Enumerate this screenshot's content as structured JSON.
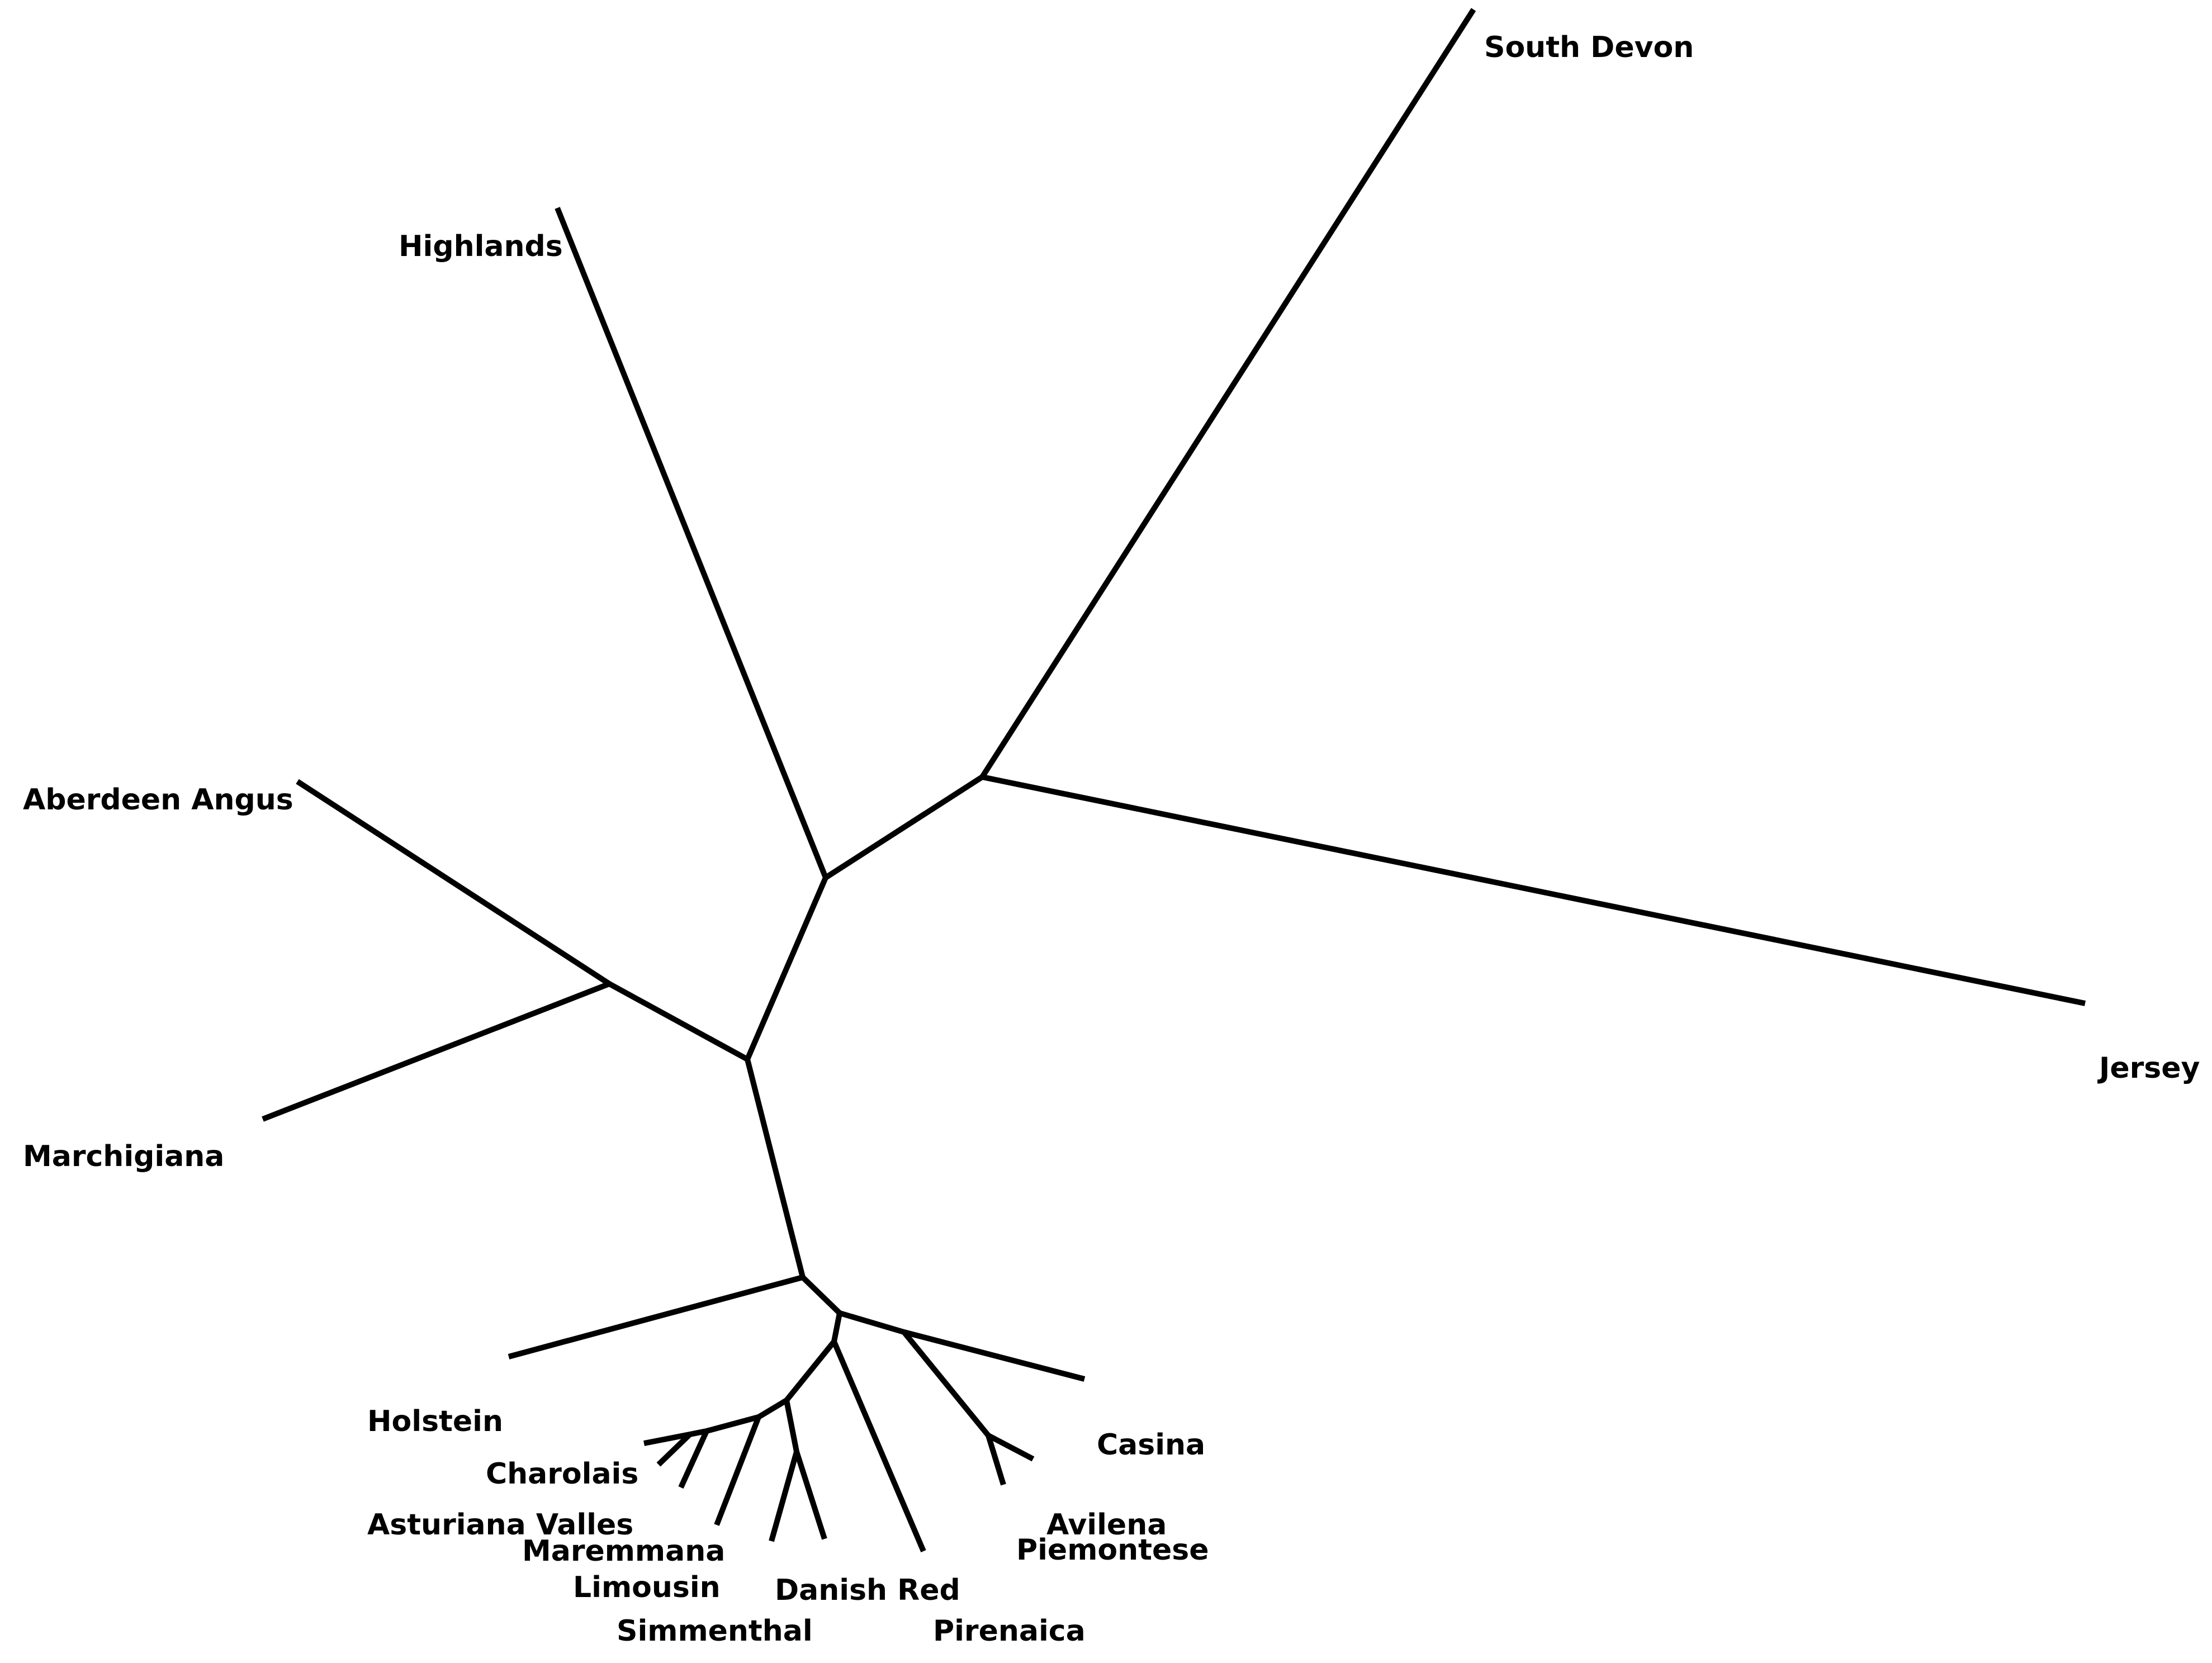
{
  "diagram": {
    "type": "unrooted-phylogenetic-tree",
    "line_color": "#000000",
    "background": "#ffffff",
    "taxa": [
      "South Devon",
      "Highlands",
      "Aberdeen Angus",
      "Jersey",
      "Marchigiana",
      "Holstein",
      "Casina",
      "Charolais",
      "Asturiana Valles",
      "Avilena",
      "Maremmana",
      "Piemontese",
      "Limousin",
      "Danish Red",
      "Simmenthal",
      "Pirenaica"
    ]
  }
}
